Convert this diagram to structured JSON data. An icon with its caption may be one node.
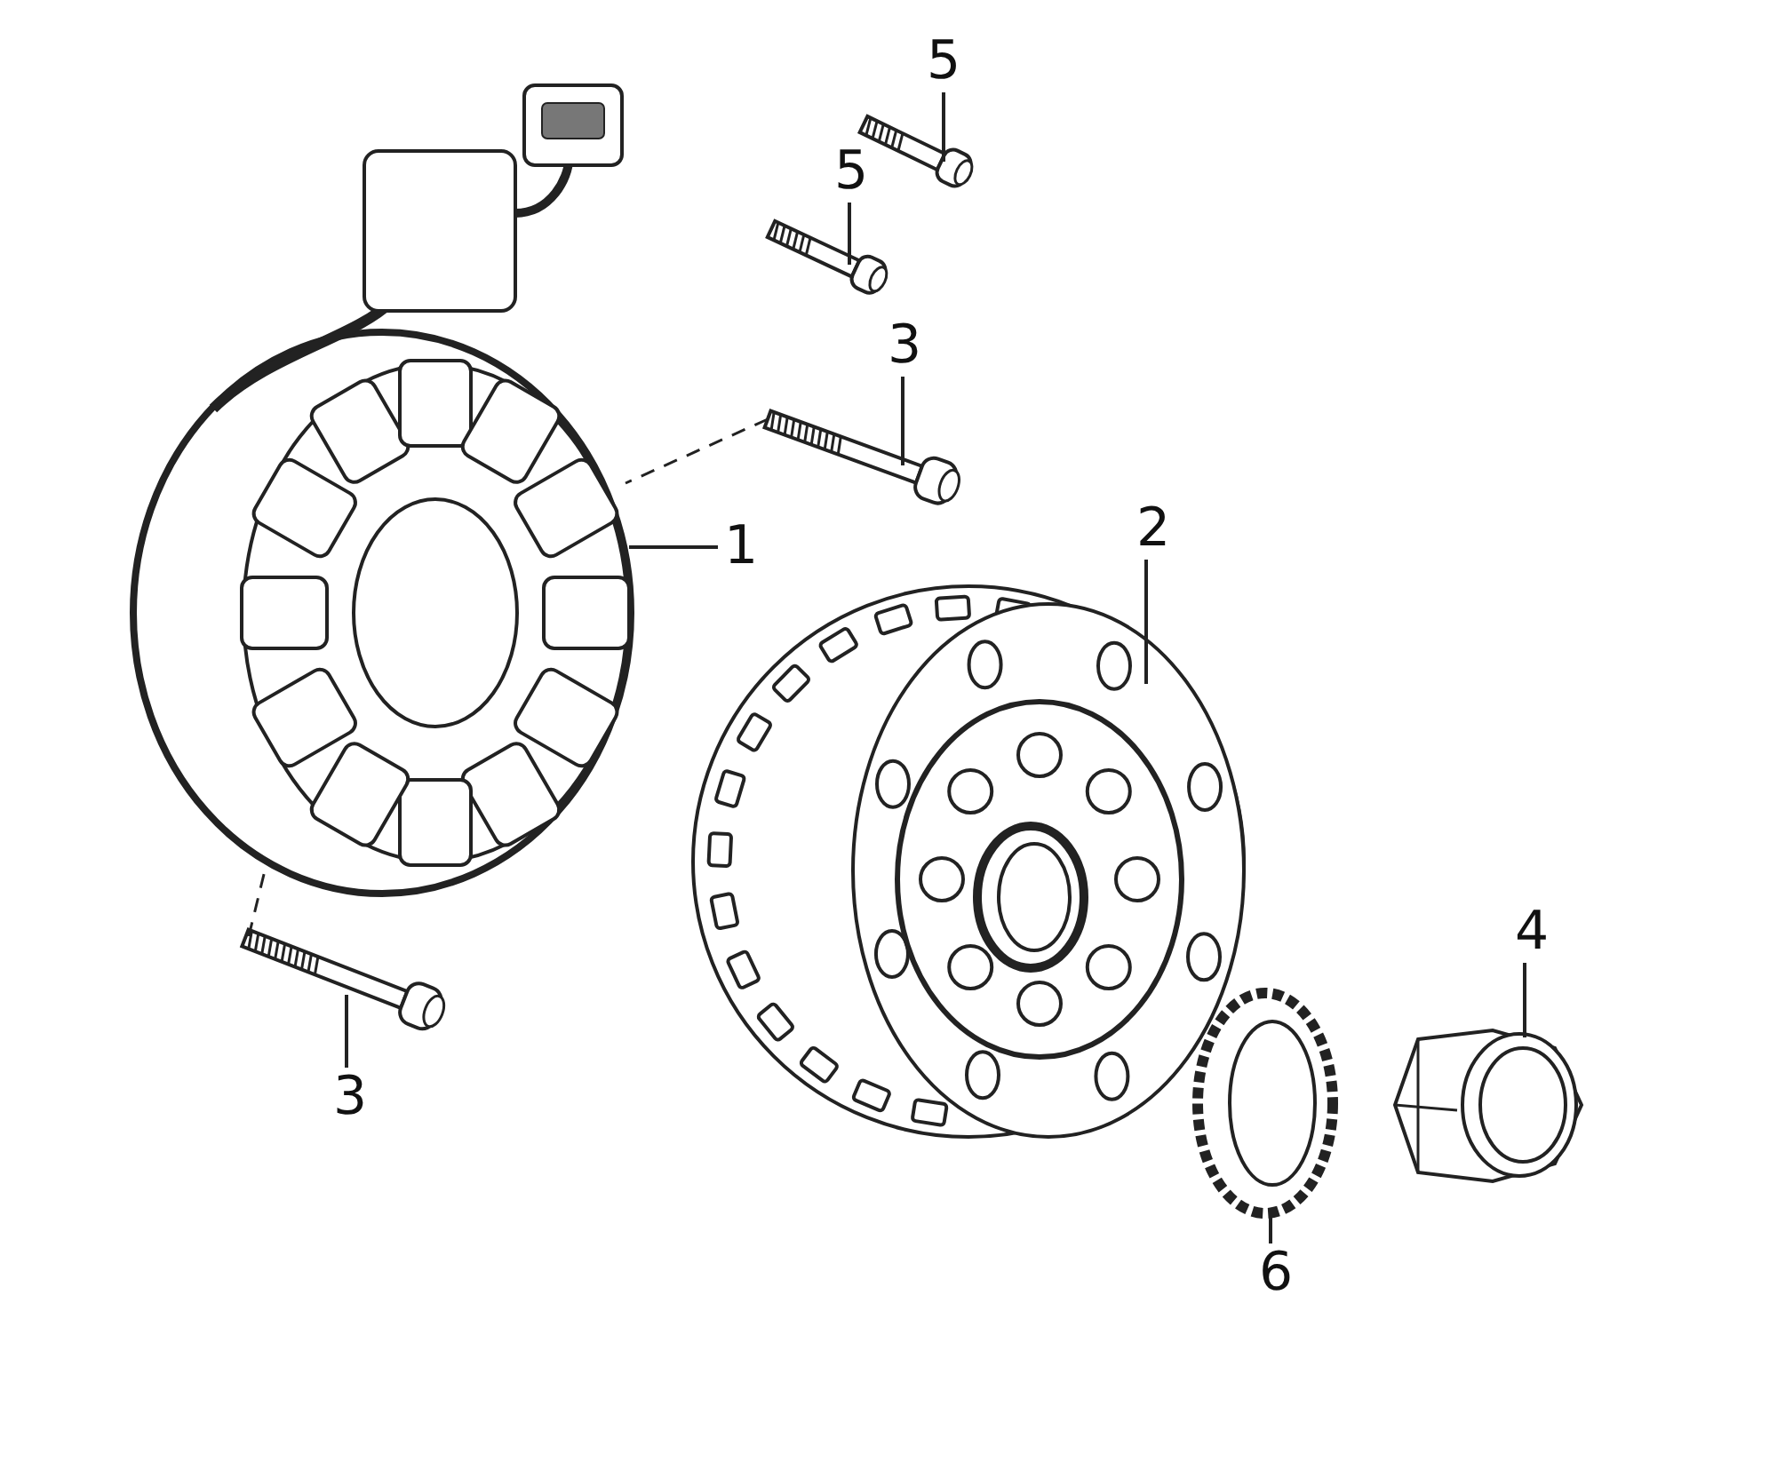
{
  "diagram": {
    "nodes": [
      {
        "text": [
          "5"
        ]
      },
      {
        "text": [],
        "shape": "picture"
      },
      {
        "text": [
          "5"
        ]
      },
      {
        "text": [],
        "shape": "picture"
      },
      {
        "text": [],
        "shape": "picture"
      },
      {
        "text": [
          "3"
        ]
      },
      {
        "text": [],
        "shape": "picture"
      },
      {
        "text": [
          "1"
        ]
      },
      {
        "text": [
          "2"
        ]
      },
      {
        "text": [],
        "shape": "picture"
      },
      {
        "text": [
          "4"
        ]
      },
      {
        "text": [],
        "shape": "picture"
      },
      {
        "text": [],
        "shape": "picture"
      },
      {
        "text": [
          "3"
        ]
      },
      {
        "text": [],
        "shape": "picture"
      },
      {
        "text": [
          "6"
        ]
      }
    ],
    "edges": [
      {
        "from": 0,
        "to": 1,
        "arrow": "none"
      },
      {
        "from": 2,
        "to": 3,
        "arrow": "none"
      },
      {
        "from": 5,
        "to": 6,
        "arrow": "none"
      },
      {
        "from": 6,
        "to": 4,
        "arrow": "none",
        "style": "dashed"
      },
      {
        "from": 7,
        "to": 4,
        "arrow": "none"
      },
      {
        "from": 8,
        "to": 9,
        "arrow": "none"
      },
      {
        "from": 10,
        "to": 11,
        "arrow": "none"
      },
      {
        "from": 14,
        "to": 4,
        "arrow": "none",
        "style": "dashed"
      },
      {
        "from": 13,
        "to": 14,
        "arrow": "none"
      },
      {
        "from": 15,
        "to": 12,
        "arrow": "none"
      }
    ]
  }
}
